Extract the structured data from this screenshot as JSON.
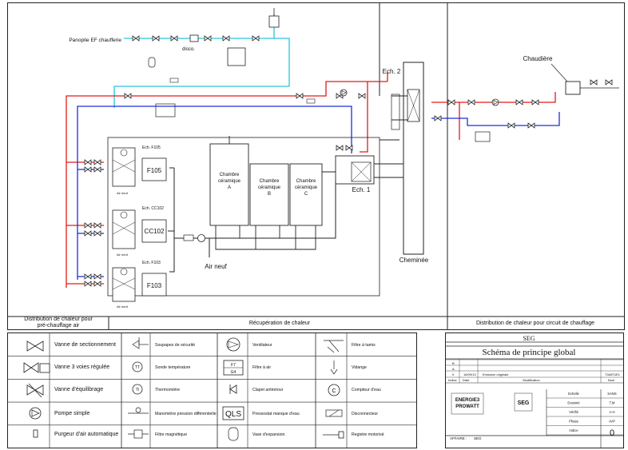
{
  "colors": {
    "red": "#e21b1b",
    "blue": "#1f2fd6",
    "cyan": "#27c7d6",
    "line": "#222222"
  },
  "labels": {
    "panoplie": "Panoplie EF chaufferie",
    "disco": "disco.",
    "chaudiere": "Chaudière",
    "ech2": "Ech. 2",
    "ech1": "Ech. 1",
    "cheminee": "Cheminée",
    "air_neuf_big": "Air neuf",
    "ech_f105": "Ech. F105",
    "ech_cc102": "Ech. CC102",
    "ech_f103": "Ech. F103",
    "unit_f105": "F105",
    "unit_cc102": "CC102",
    "unit_f103": "F103",
    "air_neuf_small": "Air neuf",
    "chambre_a": [
      "Chambre",
      "céramique",
      "A"
    ],
    "chambre_b": [
      "Chambre",
      "céramique",
      "B"
    ],
    "chambre_c": [
      "Chambre",
      "céramique",
      "C"
    ],
    "coil_top": "F7",
    "coil_bot": "G4"
  },
  "sections": {
    "left": [
      "Distribution de chaleur pour",
      "pré-chauffage air"
    ],
    "center": "Récupération de chaleur",
    "right": "Distribution de chaleur pour circuit de chauffage"
  },
  "legend": {
    "col1": [
      "Vanne de sectionnement",
      "Vanne 3 voies régulée",
      "Vanne d'équilibrage",
      "Pompe simple",
      "Purgeur d'air automatique"
    ],
    "col2": [
      "Soupapes de sécurité",
      "Sonde température",
      "Thermomètre",
      "Manomètre pression différentielle",
      "Filtre magnétique"
    ],
    "col2_symbols": {
      "tt": "TT",
      "ti": "TI"
    },
    "col3": [
      "Ventilateur",
      "Filtre à air",
      "Clapet antiretour",
      "Pressostat manque d'eau",
      "Vase d'expansion"
    ],
    "col3_symbols": {
      "f7": "F7",
      "g4": "G4",
      "qls": "QLS"
    },
    "col4": [
      "Filtre à tamis",
      "Vidange",
      "Compteur d'eau",
      "Disconnecteur",
      "Registre motorisé"
    ],
    "col4_symbols": {
      "c": "C"
    }
  },
  "titleblock": {
    "client": "SEG",
    "title": "Schéma de principe global",
    "rev_rows": [
      {
        "idx": "B",
        "date": "",
        "mod": ""
      },
      {
        "idx": "A",
        "date": "",
        "mod": ""
      },
      {
        "idx": "0",
        "date": "16/09/13",
        "mod": "Emission originale",
        "author": "T.MATUEL"
      }
    ],
    "header": {
      "idx": "Indice",
      "date": "Date",
      "mod": "Modification",
      "nom": "Nom"
    },
    "logo1": [
      "ENERGIE3",
      "PROWATT"
    ],
    "logo2": "SEG",
    "fields": [
      {
        "k": "Echelle",
        "v": "SANS"
      },
      {
        "k": "Dessiné",
        "v": "T.M"
      },
      {
        "k": "Vérifié",
        "v": "A.H"
      },
      {
        "k": "Phase",
        "v": "AVP"
      },
      {
        "k": "Indice",
        "v": "0"
      }
    ],
    "affaire_k": "AFFAIRE :",
    "affaire_v": "SEG"
  }
}
